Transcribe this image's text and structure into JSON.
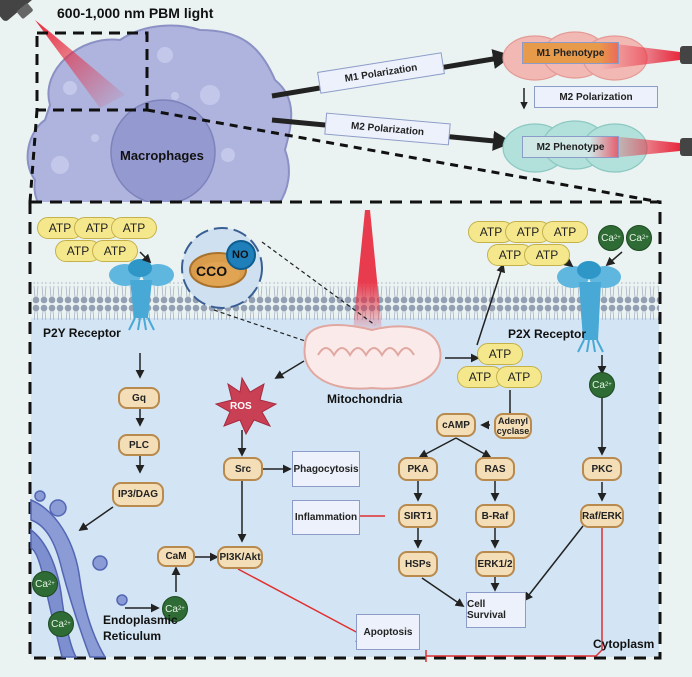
{
  "title": "600-1,000 nm PBM light",
  "cell": {
    "label": "Macrophages"
  },
  "polarization": {
    "m1_arrow": "M1 Polarization",
    "m2_arrow": "M2 Polarization",
    "m1_to_m2": "M2 Polarization",
    "m1_phenotype": "M1 Phenotype",
    "m2_phenotype": "M2 Phenotype"
  },
  "receptors": {
    "p2y": "P2Y Receptor",
    "p2x": "P2X Receptor"
  },
  "molecules": {
    "atp": "ATP",
    "ca": "Ca",
    "ca_charge": "2+",
    "cco": "CCO",
    "no": "NO",
    "ros": "ROS"
  },
  "organelles": {
    "mitochondria": "Mitochondria",
    "er_line1": "Endoplasmic",
    "er_line2": "Reticulum",
    "cytoplasm": "Cytoplasm"
  },
  "nodes": {
    "gq": "Gq",
    "plc": "PLC",
    "ip3dag": "IP3/DAG",
    "cam": "CaM",
    "pi3k": "PI3K/Akt",
    "src": "Src",
    "camp": "cAMP",
    "adenyl_1": "Adenyl",
    "adenyl_2": "cyclase",
    "pka": "PKA",
    "ras": "RAS",
    "sirt1": "SIRT1",
    "braf": "B-Raf",
    "hsps": "HSPs",
    "erk": "ERK1/2",
    "pkc": "PKC",
    "raferk": "Raf/ERK"
  },
  "outcomes": {
    "phagocytosis": "Phagocytosis",
    "inflammation": "Inflammation",
    "cell_survival": "Cell Survival",
    "apoptosis": "Apoptosis"
  },
  "colors": {
    "inhibit": "#e03030",
    "activate": "#222222",
    "light": "#e8283c"
  }
}
